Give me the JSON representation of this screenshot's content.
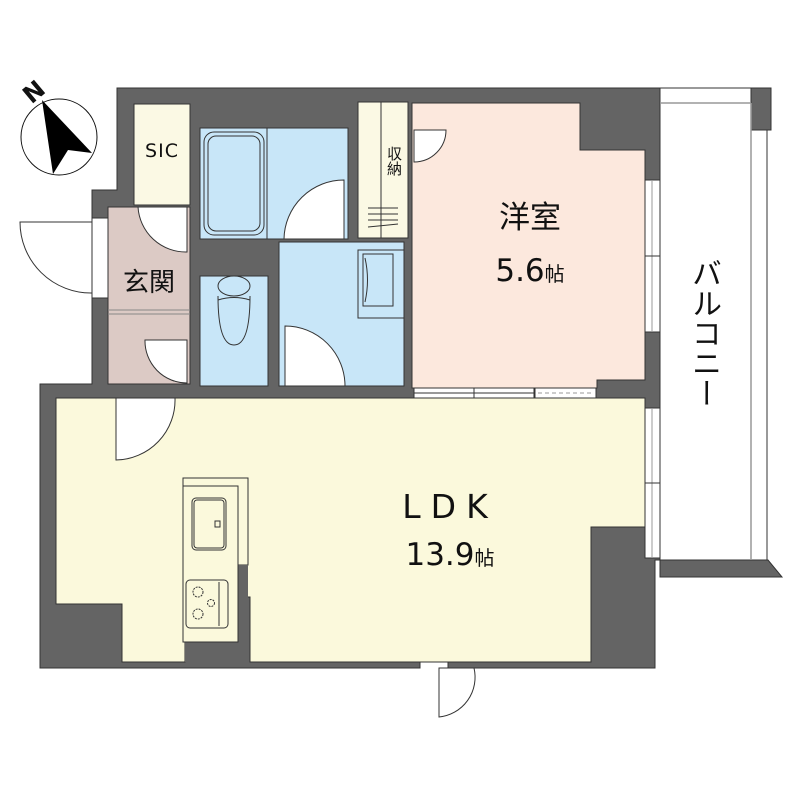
{
  "compass": {
    "label": "N",
    "icon": "north-arrow-icon"
  },
  "colors": {
    "wall": "#646464",
    "ldk": "#fbf9dc",
    "western_room": "#fce8dd",
    "entrance": "#dccac5",
    "wet_area": "#c8e6f8",
    "storage": "#fbf9e4",
    "balcony": "#ffffff",
    "line": "#333333"
  },
  "rooms": {
    "sic": {
      "name": "SIC"
    },
    "entrance": {
      "name": "玄関"
    },
    "storage": {
      "name": "収納"
    },
    "western_room": {
      "name": "洋室",
      "area": "5.6",
      "unit": "帖"
    },
    "ldk": {
      "name": "LDK",
      "area": "13.9",
      "unit": "帖"
    },
    "balcony": {
      "name": "バルコニー"
    }
  }
}
